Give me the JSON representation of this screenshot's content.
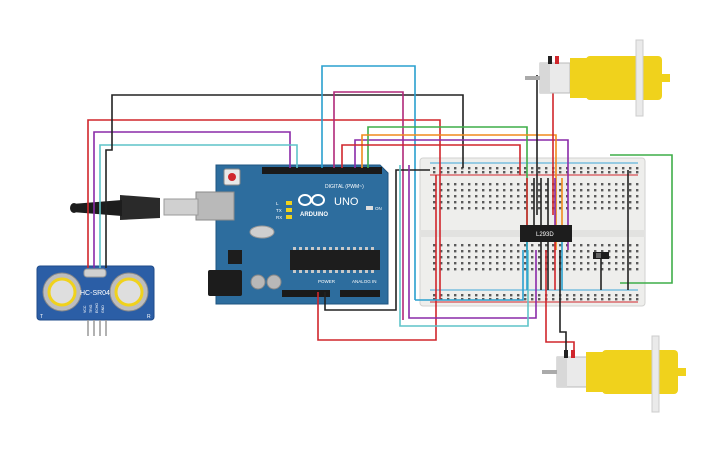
{
  "arduino": {
    "logo_text": "ARDUINO",
    "model": "UNO",
    "digital_label": "DIGITAL (PWM~)",
    "power_label": "POWER",
    "analog_label": "ANALOG IN",
    "tx_label": "TX",
    "rx_label": "RX",
    "l_label": "L",
    "on_label": "ON"
  },
  "sensor": {
    "model": "HC-SR04",
    "t_label": "T",
    "r_label": "R",
    "pins": [
      "VCC",
      "TRIG",
      "ECHO",
      "GND"
    ]
  },
  "breadboard": {
    "chip_label": "L293D"
  },
  "colors": {
    "red": "#d0262c",
    "black": "#222222",
    "purple": "#8a2aa8",
    "cyan": "#5fc4c9",
    "blue": "#2aa0cf",
    "green": "#3fae49",
    "orange": "#f08a1c",
    "magenta": "#b0287a",
    "arduino": "#2d6d9e",
    "sensor": "#2b5ea6",
    "motor": "#f0d21c"
  }
}
